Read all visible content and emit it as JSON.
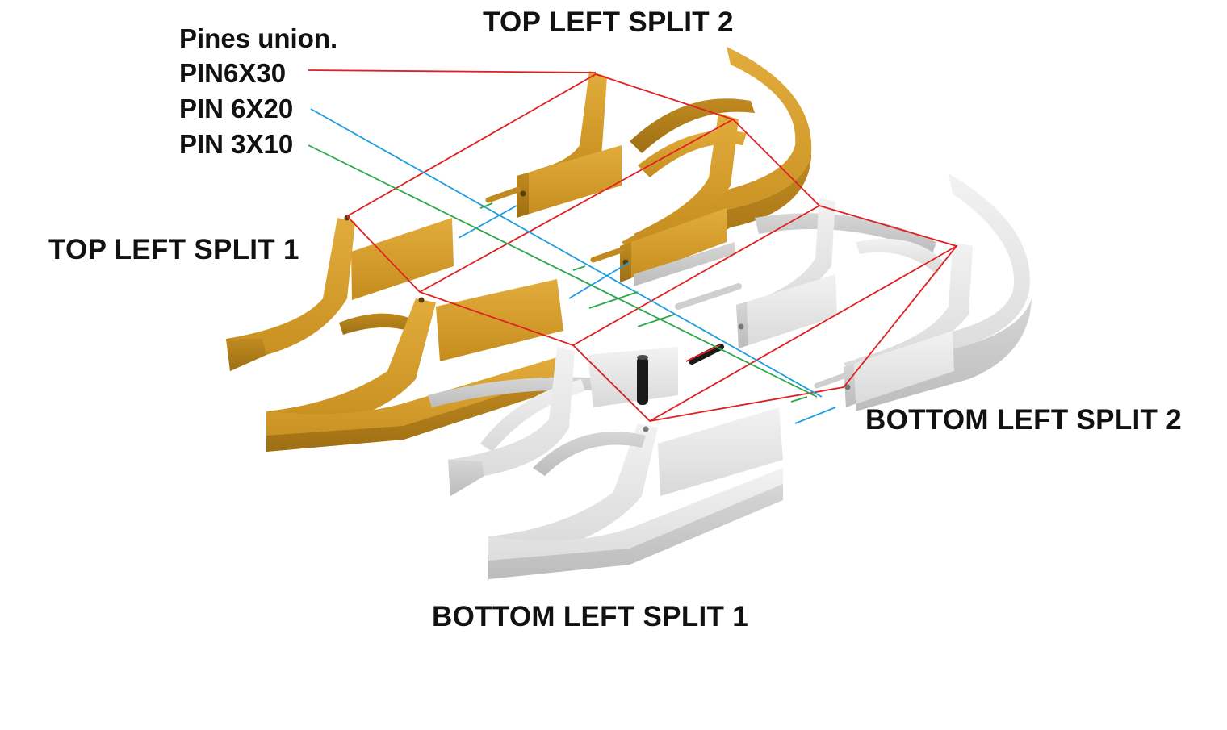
{
  "labels": {
    "top_left_split_1": "TOP LEFT SPLIT 1",
    "top_left_split_2": "TOP LEFT SPLIT 2",
    "bottom_left_split_1": "BOTTOM LEFT SPLIT 1",
    "bottom_left_split_2": "BOTTOM LEFT SPLIT 2"
  },
  "legend": {
    "title": "Pines union.",
    "items": [
      {
        "label": "PIN6X30",
        "color": "#e02020"
      },
      {
        "label": "PIN 6X20",
        "color": "#1e9ee0"
      },
      {
        "label": "PIN 3X10",
        "color": "#2aa84a"
      }
    ]
  },
  "colors": {
    "top_parts": "#d69d2a",
    "bottom_parts": "#e6e6e6",
    "pins": "#1a1a1a"
  }
}
